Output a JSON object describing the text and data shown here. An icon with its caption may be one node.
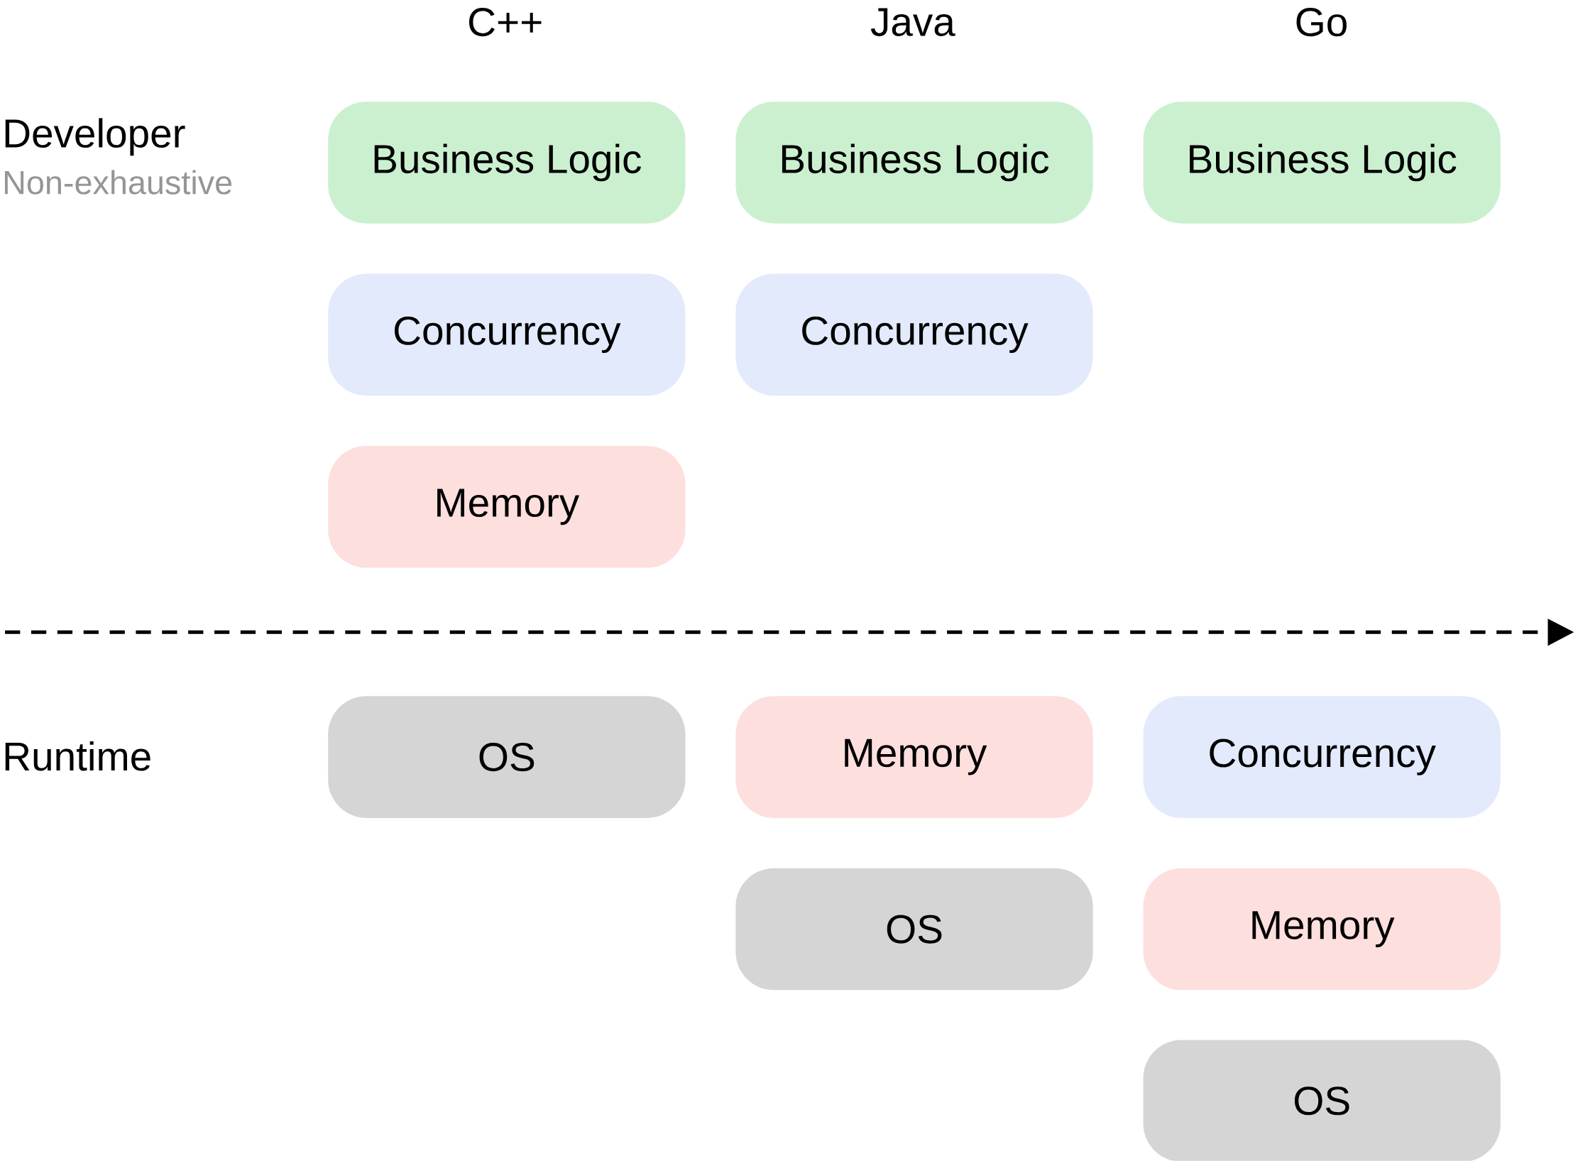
{
  "diagram": {
    "nodes": [
      {
        "text": [
          "Business Logic"
        ]
      },
      {
        "text": [
          "Business Logic"
        ]
      },
      {
        "text": [
          "Business Logic"
        ]
      },
      {
        "text": [
          "Concurrency"
        ]
      },
      {
        "text": [
          "Concurrency"
        ]
      },
      {
        "text": [
          "Memory"
        ]
      },
      {
        "text": [
          "OS"
        ]
      },
      {
        "text": [
          "Memory"
        ]
      },
      {
        "text": [
          "Concurrency"
        ]
      },
      {
        "text": [
          "OS"
        ]
      },
      {
        "text": [
          "Memory"
        ]
      },
      {
        "text": [
          "OS"
        ]
      }
    ],
    "labels": [
      "C++",
      "Java",
      "Go",
      "Developer",
      "Non-exhaustive",
      "Runtime"
    ]
  }
}
